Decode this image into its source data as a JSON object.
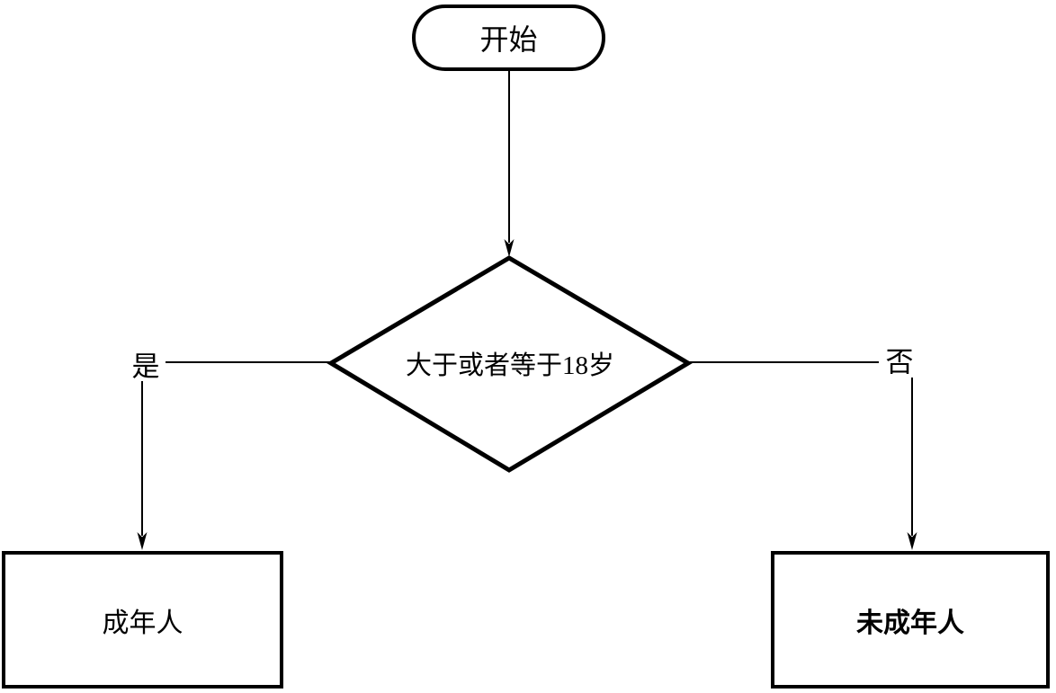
{
  "flowchart": {
    "nodes": {
      "start": {
        "label": "开始",
        "shape": "stadium"
      },
      "decision": {
        "label": "大于或者等于18岁",
        "shape": "diamond"
      },
      "adult": {
        "label": "成年人",
        "shape": "rectangle"
      },
      "minor": {
        "label": "未成年人",
        "shape": "rectangle",
        "bold": true
      }
    },
    "edges": {
      "start_to_decision": {
        "from": "start",
        "to": "decision",
        "label": ""
      },
      "yes": {
        "from": "decision",
        "to": "adult",
        "label": "是"
      },
      "no": {
        "from": "decision",
        "to": "minor",
        "label": "否"
      }
    },
    "colors": {
      "stroke": "#000000",
      "fill": "#ffffff",
      "text": "#000000"
    }
  }
}
